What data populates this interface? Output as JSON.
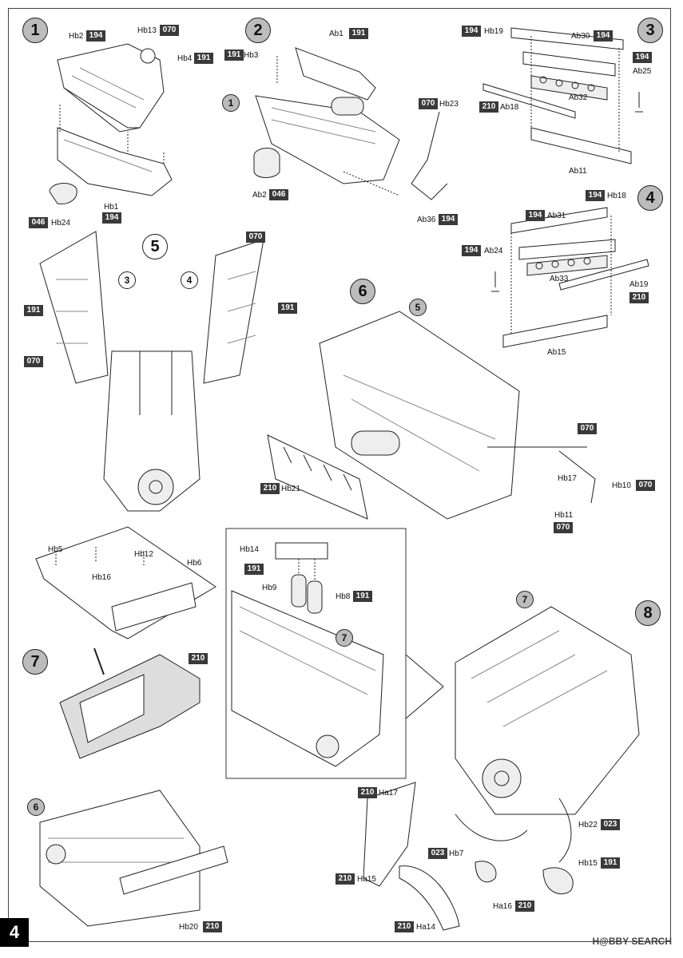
{
  "page_number": "4",
  "watermark": "H@BBY SEARCH",
  "steps": {
    "s1": "1",
    "s2": "2",
    "s3": "3",
    "s4": "4",
    "s5": "5",
    "s6": "6",
    "s7": "7",
    "s8": "8"
  },
  "step1": {
    "hb2": "Hb2",
    "hb2_code": "194",
    "hb13": "Hb13",
    "hb13_code": "070",
    "hb4": "Hb4",
    "hb4_code": "191",
    "hb1": "Hb1",
    "hb1_code": "194",
    "hb24": "Hb24",
    "hb24_code": "046"
  },
  "step2": {
    "ab1": "Ab1",
    "ab1_code": "191",
    "hb3": "Hb3",
    "hb3_code": "191",
    "ref1": "1",
    "hb23": "Hb23",
    "hb23_code": "070",
    "ab2": "Ab2",
    "ab2_code": "046",
    "ab36": "Ab36",
    "ab36_code": "194"
  },
  "step3": {
    "hb19": "Hb19",
    "hb19_code": "194",
    "ab30": "Ab30",
    "ab30_code": "194",
    "ab25": "Ab25",
    "ab25_code": "194",
    "ab18": "Ab18",
    "ab18_code": "210",
    "ab32": "Ab32",
    "ab11": "Ab11"
  },
  "step4": {
    "hb18": "Hb18",
    "hb18_code": "194",
    "ab31": "Ab31",
    "ab31_code": "194",
    "ab24": "Ab24",
    "ab24_code": "194",
    "ab33": "Ab33",
    "ab19": "Ab19",
    "ab19_code": "210",
    "ab15": "Ab15"
  },
  "step5": {
    "code_070_top": "070",
    "ref3": "3",
    "ref4": "4",
    "code_191_left": "191",
    "code_191_right": "191",
    "code_070_left": "070"
  },
  "step6": {
    "ref5": "5",
    "code_070": "070",
    "hb17": "Hb17",
    "hb10": "Hb10",
    "hb10_code": "070",
    "hb11": "Hb11",
    "hb11_code": "070",
    "hb21": "Hb21",
    "hb21_code": "210"
  },
  "step7": {
    "hb5": "Hb5",
    "hb12": "Hb12",
    "hb6": "Hb6",
    "hb16": "Hb16",
    "code_210": "210",
    "ref6": "6",
    "hb20": "Hb20",
    "hb20_code": "210"
  },
  "inset": {
    "hb14": "Hb14",
    "hb9": "Hb9",
    "hb9_code": "191",
    "hb8": "Hb8",
    "hb8_code": "191",
    "ref7": "7"
  },
  "step8": {
    "ref7": "7",
    "ha17": "Ha17",
    "ha17_code": "210",
    "hb22": "Hb22",
    "hb22_code": "023",
    "hb7": "Hb7",
    "hb7_code": "023",
    "ha15": "Ha15",
    "ha15_code": "210",
    "hb15": "Hb15",
    "hb15_code": "191",
    "ha16": "Ha16",
    "ha16_code": "210",
    "ha14": "Ha14",
    "ha14_code": "210"
  }
}
